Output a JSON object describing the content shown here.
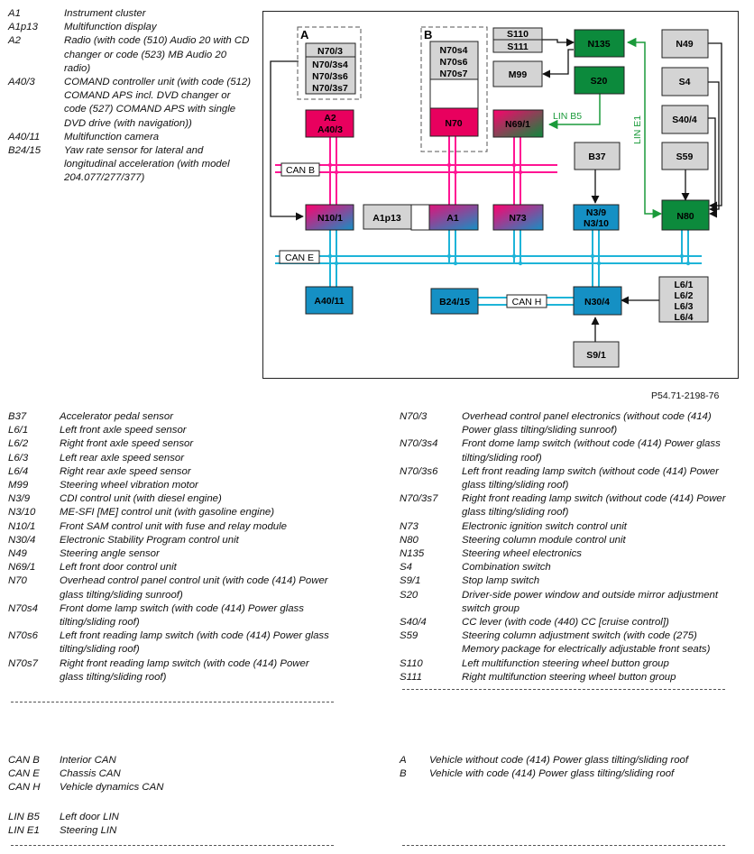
{
  "legend_top": [
    {
      "code": "A1",
      "desc": "Instrument cluster"
    },
    {
      "code": "A1p13",
      "desc": "Multifunction display"
    },
    {
      "code": "A2",
      "desc": "Radio (with code (510) Audio 20 with CD changer or code (523) MB Audio 20 radio)"
    },
    {
      "code": "A40/3",
      "desc": "COMAND controller unit (with code (512) COMAND APS incl. DVD changer or code (527) COMAND APS with single DVD drive (with navigation))"
    },
    {
      "code": "A40/11",
      "desc": "Multifunction camera"
    },
    {
      "code": "B24/15",
      "desc": "Yaw rate sensor for lateral and longitudinal acceleration (with model 204.077/277/377)"
    }
  ],
  "legend_left": [
    {
      "code": "B37",
      "desc": "Accelerator pedal sensor"
    },
    {
      "code": "L6/1",
      "desc": "Left front axle speed sensor"
    },
    {
      "code": "L6/2",
      "desc": "Right front axle speed sensor"
    },
    {
      "code": "L6/3",
      "desc": "Left rear axle speed sensor"
    },
    {
      "code": "L6/4",
      "desc": "Right rear axle speed sensor"
    },
    {
      "code": "M99",
      "desc": "Steering wheel vibration motor"
    },
    {
      "code": "N3/9",
      "desc": "CDI control unit (with diesel engine)"
    },
    {
      "code": "N3/10",
      "desc": "ME-SFI [ME] control unit (with gasoline engine)"
    },
    {
      "code": "N10/1",
      "desc": "Front SAM control unit with fuse and relay module"
    },
    {
      "code": "N30/4",
      "desc": "Electronic Stability Program control unit"
    },
    {
      "code": "N49",
      "desc": "Steering angle sensor"
    },
    {
      "code": "N69/1",
      "desc": "Left front door control unit"
    },
    {
      "code": "N70",
      "desc": "Overhead control panel control unit (with code (414) Power glass tilting/sliding sunroof)"
    },
    {
      "code": "N70s4",
      "desc": "Front dome lamp switch (with code (414) Power glass tilting/sliding roof)"
    },
    {
      "code": "N70s6",
      "desc": "Left front reading lamp switch (with code (414) Power glass tilting/sliding roof)"
    },
    {
      "code": "N70s7",
      "desc": "Right front reading lamp switch (with code (414) Power glass tilting/sliding roof)"
    }
  ],
  "legend_right": [
    {
      "code": "N70/3",
      "desc": "Overhead control panel electronics (without code (414) Power glass tilting/sliding sunroof)"
    },
    {
      "code": "N70/3s4",
      "desc": "Front dome lamp switch (without code (414) Power glass tilting/sliding roof)"
    },
    {
      "code": "N70/3s6",
      "desc": "Left front reading lamp switch (without code (414) Power glass tilting/sliding roof)"
    },
    {
      "code": "N70/3s7",
      "desc": "Right front reading lamp switch (without code (414) Power glass tilting/sliding roof)"
    },
    {
      "code": "N73",
      "desc": "Electronic ignition switch control unit"
    },
    {
      "code": "N80",
      "desc": "Steering column module control unit"
    },
    {
      "code": "N135",
      "desc": "Steering wheel electronics"
    },
    {
      "code": "S4",
      "desc": "Combination switch"
    },
    {
      "code": "S9/1",
      "desc": "Stop lamp switch"
    },
    {
      "code": "S20",
      "desc": "Driver-side power window and outside mirror adjustment switch group"
    },
    {
      "code": "S40/4",
      "desc": "CC lever (with code (440) CC [cruise control])"
    },
    {
      "code": "S59",
      "desc": "Steering column adjustment switch (with code (275) Memory package for electrically adjustable front seats)"
    },
    {
      "code": "S110",
      "desc": "Left multifunction steering wheel button group"
    },
    {
      "code": "S111",
      "desc": "Right multifunction steering wheel button group"
    }
  ],
  "legend_bus": [
    {
      "code": "CAN B",
      "desc": "Interior CAN"
    },
    {
      "code": "CAN E",
      "desc": "Chassis CAN"
    },
    {
      "code": "CAN H",
      "desc": "Vehicle dynamics CAN"
    },
    {
      "code": "LIN B5",
      "desc": "Left door LIN"
    },
    {
      "code": "LIN E1",
      "desc": "Steering LIN"
    }
  ],
  "legend_variant": [
    {
      "code": "A",
      "desc": "Vehicle without code (414) Power glass tilting/sliding roof"
    },
    {
      "code": "B",
      "desc": "Vehicle with code (414) Power glass tilting/sliding roof"
    }
  ],
  "figure_ref": "P54.71-2198-76",
  "diagram": {
    "group_a": "A",
    "group_b": "B",
    "can_b": "CAN B",
    "can_e": "CAN E",
    "can_h": "CAN H",
    "lin_b5": "LIN B5",
    "lin_e1": "LIN E1",
    "boxes": {
      "n70_3": "N70/3",
      "n70_3s4": "N70/3s4",
      "n70_3s6": "N70/3s6",
      "n70_3s7": "N70/3s7",
      "n70s4": "N70s4",
      "n70s6": "N70s6",
      "n70s7": "N70s7",
      "n70": "N70",
      "a2": "A2",
      "a40_3": "A40/3",
      "s110": "S110",
      "s111": "S111",
      "m99": "M99",
      "n135": "N135",
      "s20": "S20",
      "n69_1": "N69/1",
      "n49": "N49",
      "s4": "S4",
      "s40_4": "S40/4",
      "s59": "S59",
      "b37": "B37",
      "n10_1": "N10/1",
      "a1p13": "A1p13",
      "a1": "A1",
      "n73": "N73",
      "n3_9": "N3/9",
      "n3_10": "N3/10",
      "n80": "N80",
      "a40_11": "A40/11",
      "b24_15": "B24/15",
      "n30_4": "N30/4",
      "l6_1": "L6/1",
      "l6_2": "L6/2",
      "l6_3": "L6/3",
      "l6_4": "L6/4",
      "s9_1": "S9/1"
    }
  },
  "colors": {
    "can_b": "#ff1493",
    "can_e": "#1eb4d8",
    "lin": "#1a9a3a",
    "magenta_box": "#e8005e",
    "green_box": "#0c8a3c",
    "cyan_box": "#1590c4",
    "gray_box": "#d4d4d4"
  }
}
